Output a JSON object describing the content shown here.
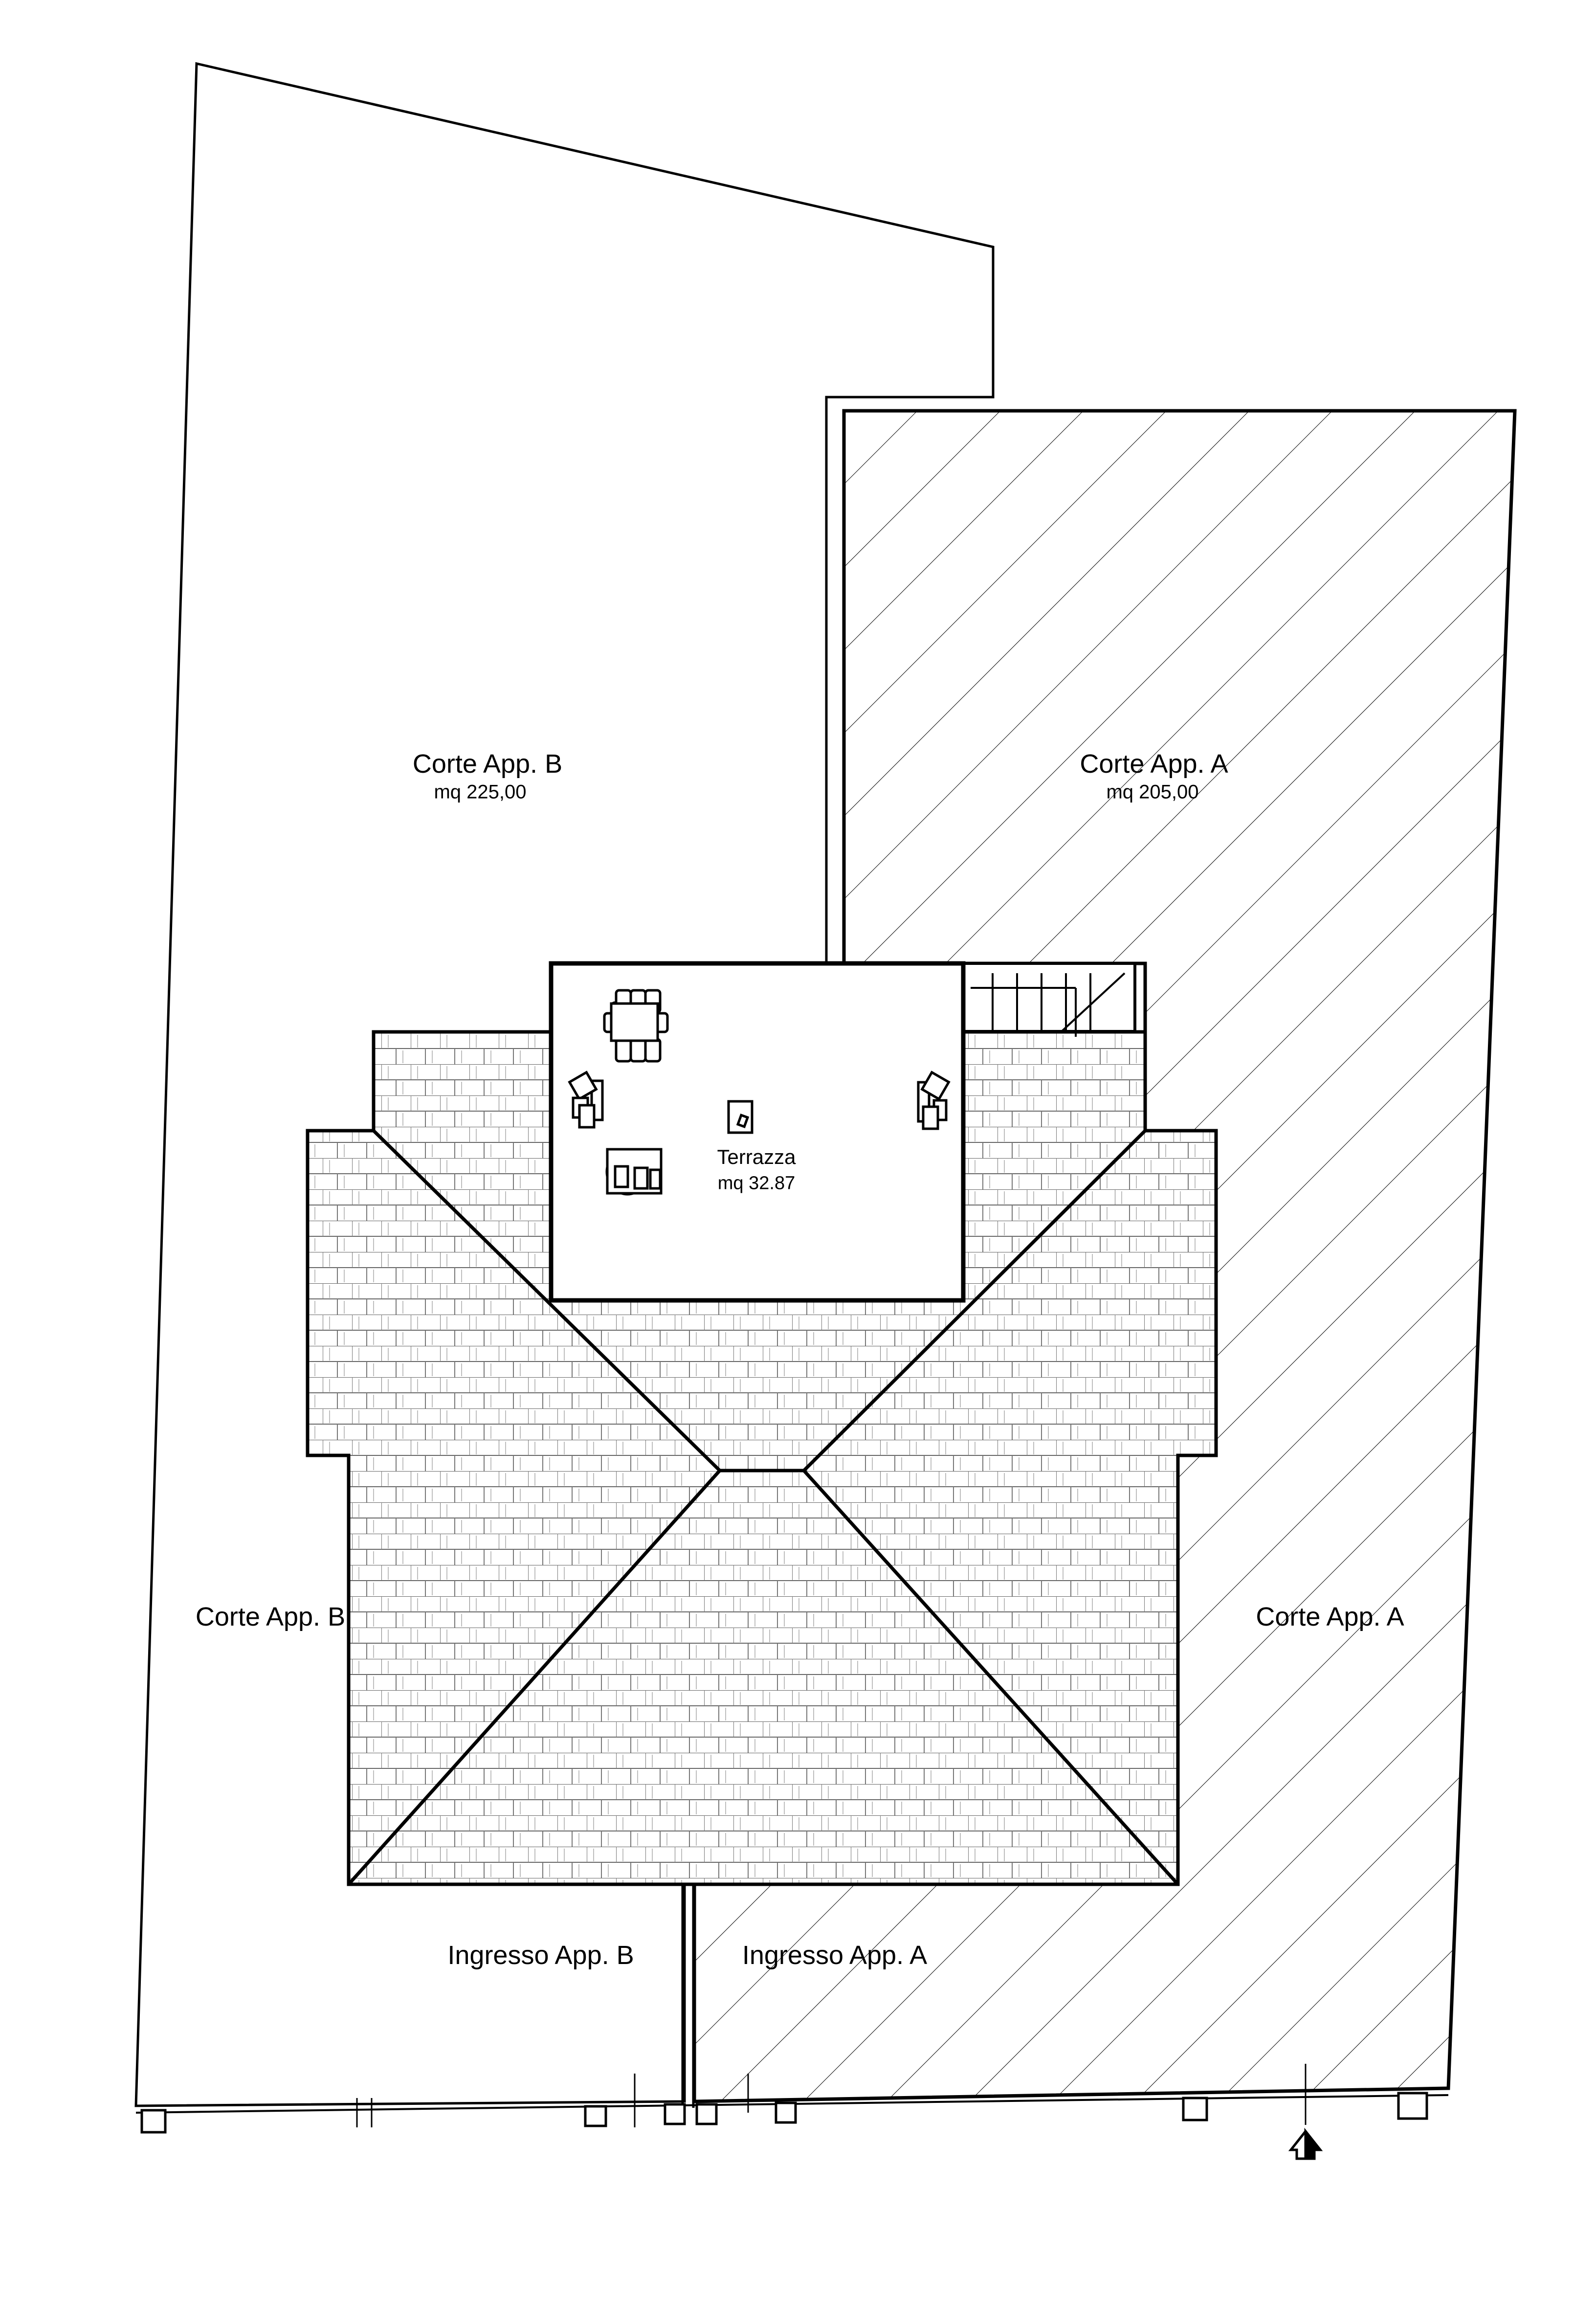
{
  "labels": {
    "corte_b_top": "Corte App. B",
    "corte_b_top_area": "mq 225,00",
    "corte_a_top": "Corte App. A",
    "corte_a_top_area": "mq 205,00",
    "terrazza": "Terrazza",
    "terrazza_area": "mq 32.87",
    "corte_b_side": "Corte App. B",
    "corte_a_side": "Corte App. A",
    "ingresso_b": "Ingresso App. B",
    "ingresso_a": "Ingresso App. A"
  },
  "colors": {
    "line": "#000000",
    "background": "#ffffff"
  }
}
